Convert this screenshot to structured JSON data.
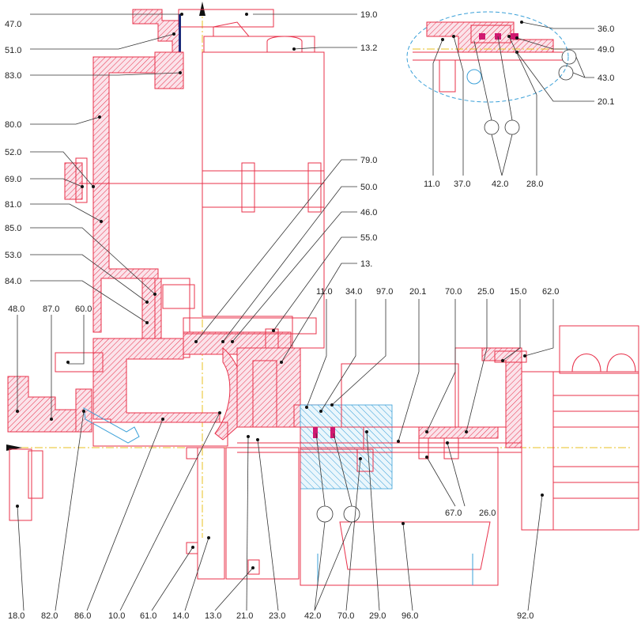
{
  "labels": {
    "l_47_0": "47.0",
    "l_51_0": "51.0",
    "l_83_0": "83.0",
    "l_80_0": "80.0",
    "l_52_0": "52.0",
    "l_69_0": "69.0",
    "l_81_0": "81.0",
    "l_85_0": "85.0",
    "l_53_0": "53.0",
    "l_84_0": "84.0",
    "l_48_0": "48.0",
    "l_87_0": "87.0",
    "l_60_0": "60.0",
    "l_19_0": "19.0",
    "l_13_2": "13.2",
    "l_79_0": "79.0",
    "l_50_0": "50.0",
    "l_46_0": "46.0",
    "l_55_0": "55.0",
    "l_13_": "13.",
    "l_11_0b": "11.0",
    "l_34_0": "34.0",
    "l_97_0": "97.0",
    "l_20_1b": "20.1",
    "l_70_0t": "70.0",
    "l_25_0": "25.0",
    "l_15_0": "15.0",
    "l_62_0": "62.0",
    "l_36_0": "36.0",
    "l_49_0": "49.0",
    "l_43_0": "43.0",
    "l_20_1a": "20.1",
    "l_11_0a": "11.0",
    "l_37_0": "37.0",
    "l_42_0a": "42.0",
    "l_28_0": "28.0",
    "l_67_0": "67.0",
    "l_26_0": "26.0",
    "l_18_0": "18.0",
    "l_82_0": "82.0",
    "l_86_0": "86.0",
    "l_10_0": "10.0",
    "l_61_0": "61.0",
    "l_14_0": "14.0",
    "l_13_0": "13.0",
    "l_21_0": "21.0",
    "l_23_0": "23.0",
    "l_42_0b": "42.0",
    "l_70_0b": "70.0",
    "l_29_0": "29.0",
    "l_96_0": "96.0",
    "l_92_0": "92.0"
  },
  "colors": {
    "part_outline": "#e8304a",
    "hatch": "#e8304a",
    "blue_detail": "#3aa0d8",
    "centerline": "#e8c020",
    "leader": "#333333",
    "label_text": "#222222"
  }
}
